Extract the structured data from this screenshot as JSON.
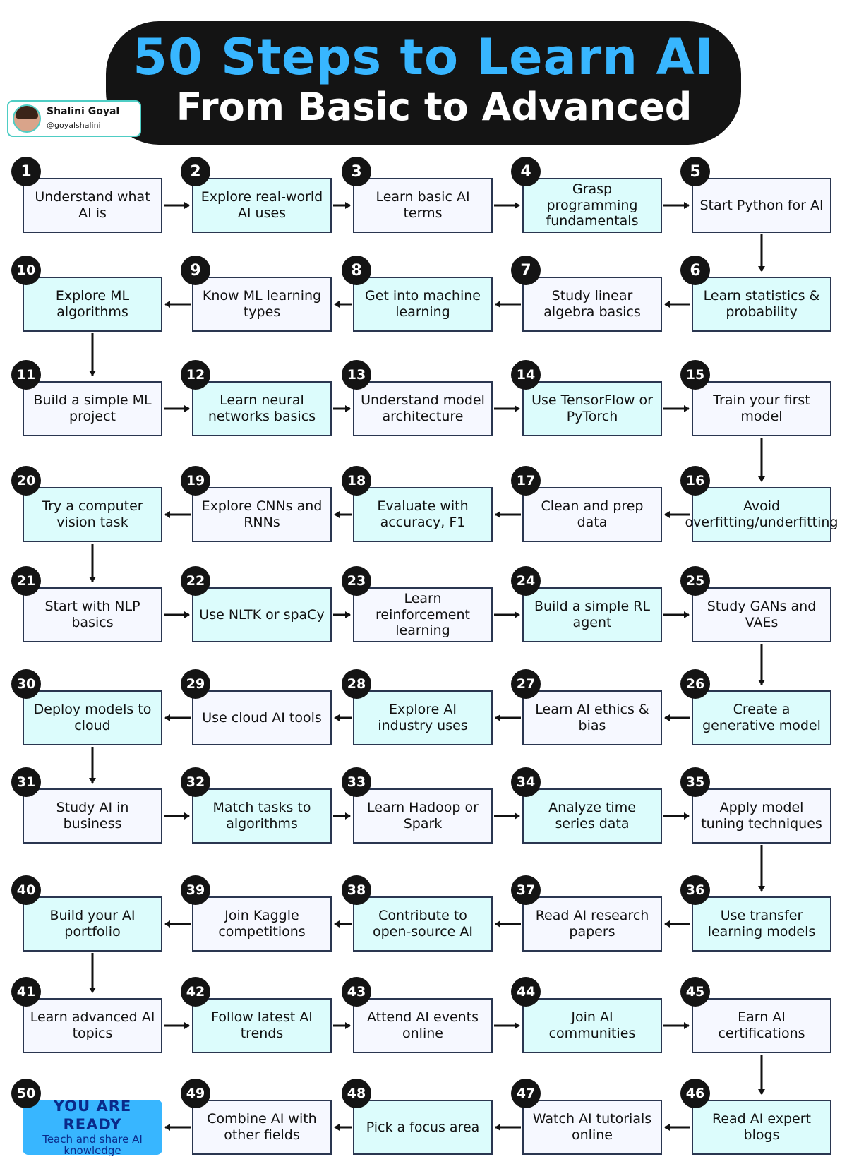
{
  "header": {
    "title_line1": "50 Steps to Learn AI",
    "title_line2": "From Basic to Advanced",
    "author_name": "Shalini Goyal",
    "author_handle": "@goyalshalini"
  },
  "steps": [
    {
      "num": "1",
      "text": "Understand what AI is",
      "color": "white"
    },
    {
      "num": "2",
      "text": "Explore real-world AI uses",
      "color": "cyan"
    },
    {
      "num": "3",
      "text": "Learn basic AI terms",
      "color": "white"
    },
    {
      "num": "4",
      "text": "Grasp programming fundamentals",
      "color": "cyan"
    },
    {
      "num": "5",
      "text": "Start Python for AI",
      "color": "white"
    },
    {
      "num": "6",
      "text": "Learn statistics & probability",
      "color": "cyan"
    },
    {
      "num": "7",
      "text": "Study linear algebra basics",
      "color": "white"
    },
    {
      "num": "8",
      "text": "Get into machine learning",
      "color": "cyan"
    },
    {
      "num": "9",
      "text": "Know ML learning types",
      "color": "white"
    },
    {
      "num": "10",
      "text": "Explore ML algorithms",
      "color": "cyan"
    },
    {
      "num": "11",
      "text": "Build a simple ML project",
      "color": "white"
    },
    {
      "num": "12",
      "text": "Learn neural networks basics",
      "color": "cyan"
    },
    {
      "num": "13",
      "text": "Understand model architecture",
      "color": "white"
    },
    {
      "num": "14",
      "text": "Use TensorFlow or PyTorch",
      "color": "cyan"
    },
    {
      "num": "15",
      "text": "Train your first model",
      "color": "white"
    },
    {
      "num": "16",
      "text": "Avoid overfitting/underfitting",
      "color": "cyan"
    },
    {
      "num": "17",
      "text": "Clean and prep data",
      "color": "white"
    },
    {
      "num": "18",
      "text": "Evaluate with accuracy, F1",
      "color": "cyan"
    },
    {
      "num": "19",
      "text": "Explore CNNs and RNNs",
      "color": "white"
    },
    {
      "num": "20",
      "text": "Try a computer vision task",
      "color": "cyan"
    },
    {
      "num": "21",
      "text": "Start with NLP basics",
      "color": "white"
    },
    {
      "num": "22",
      "text": "Use NLTK or spaCy",
      "color": "cyan"
    },
    {
      "num": "23",
      "text": "Learn reinforcement learning",
      "color": "white"
    },
    {
      "num": "24",
      "text": "Build a simple RL agent",
      "color": "cyan"
    },
    {
      "num": "25",
      "text": "Study GANs and VAEs",
      "color": "white"
    },
    {
      "num": "26",
      "text": "Create a generative model",
      "color": "cyan"
    },
    {
      "num": "27",
      "text": "Learn AI ethics & bias",
      "color": "white"
    },
    {
      "num": "28",
      "text": "Explore AI industry uses",
      "color": "cyan"
    },
    {
      "num": "29",
      "text": "Use cloud AI tools",
      "color": "white"
    },
    {
      "num": "30",
      "text": "Deploy models to cloud",
      "color": "cyan"
    },
    {
      "num": "31",
      "text": "Study AI in business",
      "color": "white"
    },
    {
      "num": "32",
      "text": "Match tasks to algorithms",
      "color": "cyan"
    },
    {
      "num": "33",
      "text": "Learn Hadoop or Spark",
      "color": "white"
    },
    {
      "num": "34",
      "text": "Analyze time series data",
      "color": "cyan"
    },
    {
      "num": "35",
      "text": "Apply model tuning techniques",
      "color": "white"
    },
    {
      "num": "36",
      "text": "Use transfer learning models",
      "color": "cyan"
    },
    {
      "num": "37",
      "text": "Read AI research papers",
      "color": "white"
    },
    {
      "num": "38",
      "text": "Contribute to open-source AI",
      "color": "cyan"
    },
    {
      "num": "39",
      "text": "Join Kaggle competitions",
      "color": "white"
    },
    {
      "num": "40",
      "text": "Build your AI portfolio",
      "color": "cyan"
    },
    {
      "num": "41",
      "text": "Learn advanced AI topics",
      "color": "white"
    },
    {
      "num": "42",
      "text": "Follow latest AI trends",
      "color": "cyan"
    },
    {
      "num": "43",
      "text": "Attend AI events online",
      "color": "white"
    },
    {
      "num": "44",
      "text": "Join AI communities",
      "color": "cyan"
    },
    {
      "num": "45",
      "text": "Earn AI certifications",
      "color": "white"
    },
    {
      "num": "46",
      "text": "Read AI expert blogs",
      "color": "cyan"
    },
    {
      "num": "47",
      "text": "Watch AI tutorials online",
      "color": "white"
    },
    {
      "num": "48",
      "text": "Pick a focus area",
      "color": "cyan"
    },
    {
      "num": "49",
      "text": "Combine AI with other fields",
      "color": "white"
    }
  ],
  "final_step": {
    "num": "50",
    "title": "YOU ARE READY",
    "subtitle": "Teach and share AI knowledge",
    "color": "#38b6ff"
  },
  "colors": {
    "title_accent": "#38b6ff",
    "box_white": "#f6f8ff",
    "box_cyan": "#dcfcfc",
    "box_border": "#2a3650",
    "badge": "#141414"
  }
}
